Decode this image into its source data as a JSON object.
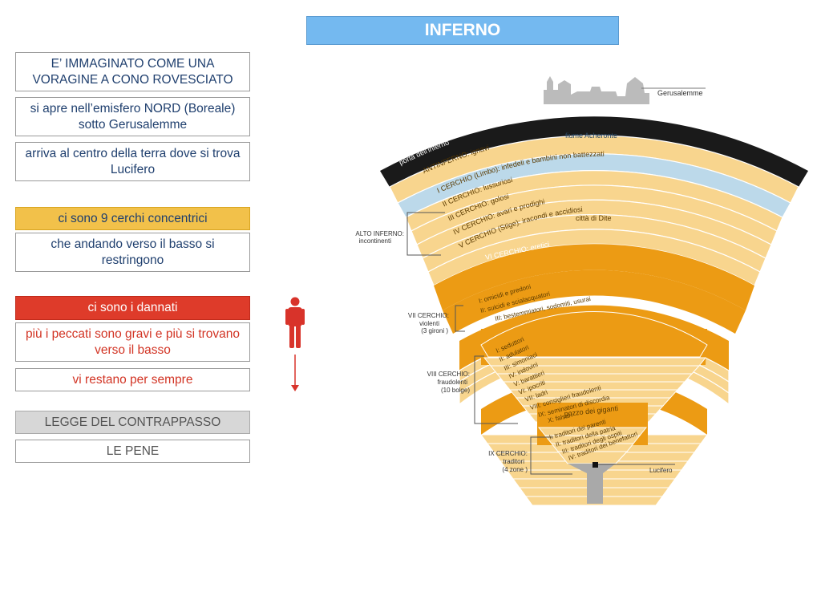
{
  "title": "INFERNO",
  "boxes": [
    {
      "text": "E’ IMMAGINATO COME UNA VORAGINE A CONO ROVESCIATO"
    },
    {
      "text": "si apre nell’emisfero NORD (Boreale) sotto Gerusalemme"
    },
    {
      "text": "arriva al centro della terra dove si trova Lucifero"
    },
    {
      "text": "ci sono 9 cerchi concentrici"
    },
    {
      "text": "che andando verso il basso si restringono"
    },
    {
      "text": "ci sono i dannati"
    },
    {
      "text": "più i peccati sono gravi e più si trovano verso il basso"
    },
    {
      "text": "vi restano per sempre"
    },
    {
      "text": "LEGGE DEL CONTRAPPASSO"
    },
    {
      "text": "LE PENE"
    }
  ],
  "colors": {
    "title_bg": "#74b9f0",
    "yellow": "#f2c14a",
    "red": "#de3b2a",
    "grey": "#d7d7d7",
    "band_light": "#f8d58e",
    "band_dark": "#ec9b14",
    "acheronte": "#bcd9ea",
    "porta": "#1a1a1a"
  },
  "icons": {
    "person": "person-icon",
    "arrow": "arrow-down-icon"
  },
  "diagram": {
    "gerusalemme": "Gerusalemme",
    "porta": "porta dell'inferno",
    "antinferno": "ANTINFERNO: ignavi",
    "acheronte": "fiume Acheronte",
    "c1": "I CERCHIO (Limbo): infedeli e bambini non battezzati",
    "c2": "II CERCHIO: lussuriosi",
    "c3": "III CERCHIO: golosi",
    "c4": "IV CERCHIO: avari e prodighi",
    "c5": "V CERCHIO (Stige): iracondi e accidiosi",
    "dite": "città di Dite",
    "c6": "VI CERCHIO: eretici",
    "c7_1": "I: omicidi e predoni",
    "c7_2": "II: suicidi e scialacquatori",
    "c7_3": "III: bestemmiatori, sodomiti, usurai",
    "b1": "I: seduttori",
    "b2": "II: adulatori",
    "b3": "III: simoniaci",
    "b4": "IV: indovini",
    "b5": "V: barattieri",
    "b6": "VI: ipocriti",
    "b7": "VII: ladri",
    "b8": "VIII: consiglieri fraudolenti",
    "b9": "IX: seminatori di discordia",
    "b10": "X: falsari",
    "pozzo": "pozzo dei giganti",
    "t1": "I: traditori dei parenti",
    "t2": "II: traditori della patria",
    "t3": "III: traditori degli ospiti",
    "t4": "IV: traditori dei benefattori",
    "alto_1": "ALTO INFERNO:",
    "alto_2": "incontinenti",
    "vii_1": "VII CERCHIO:",
    "vii_2": "violenti",
    "vii_3": "(3 gironi )",
    "viii_1": "VIII CERCHIO:",
    "viii_2": "fraudolenti",
    "viii_3": "(10 bolge)",
    "ix_1": "IX CERCHIO:",
    "ix_2": "traditori",
    "ix_3": "(4 zone )",
    "lucifero": "Lucifero"
  }
}
